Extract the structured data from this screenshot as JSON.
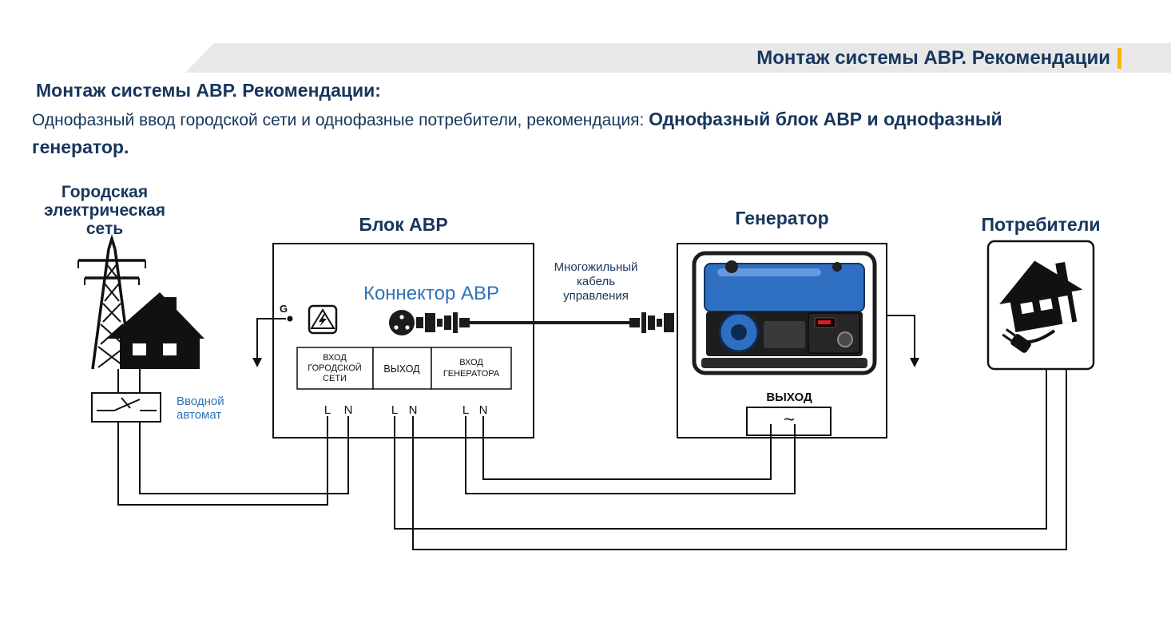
{
  "banner": {
    "title": "Монтаж системы АВР. Рекомендации"
  },
  "heading": "Монтаж системы АВР. Рекомендации:",
  "intro": {
    "normal": "Однофазный ввод городской сети и однофазные потребители, рекомендация: ",
    "bold_1": "Однофазный блок АВР и однофазный",
    "bold_2": "генератор."
  },
  "diagram": {
    "city": {
      "label": [
        "Городская",
        "электрическая",
        "сеть"
      ]
    },
    "breaker": {
      "label": [
        "Вводной",
        "автомат"
      ]
    },
    "avr": {
      "title": "Блок АВР",
      "connector_label": "Коннектор АВР",
      "ground_label": "G",
      "terminal_cells": [
        {
          "lines": [
            "ВХОД",
            "ГОРОДСКОЙ",
            "СЕТИ"
          ]
        },
        {
          "lines": [
            "ВЫХОД"
          ]
        },
        {
          "lines": [
            "ВХОД",
            "ГЕНЕРАТОРА"
          ]
        }
      ],
      "phase_labels": [
        "L",
        "N"
      ]
    },
    "cable": {
      "label": [
        "Многожильный",
        "кабель",
        "управления"
      ]
    },
    "generator": {
      "title": "Генератор",
      "output_label": "ВЫХОД",
      "output_symbol": "~"
    },
    "consumers": {
      "title": "Потребители"
    }
  },
  "colors": {
    "heading_blue": "#17365d",
    "accent_blue": "#2e74b5",
    "accent_orange": "#ffb400",
    "banner_gray": "#e8e8e8"
  }
}
